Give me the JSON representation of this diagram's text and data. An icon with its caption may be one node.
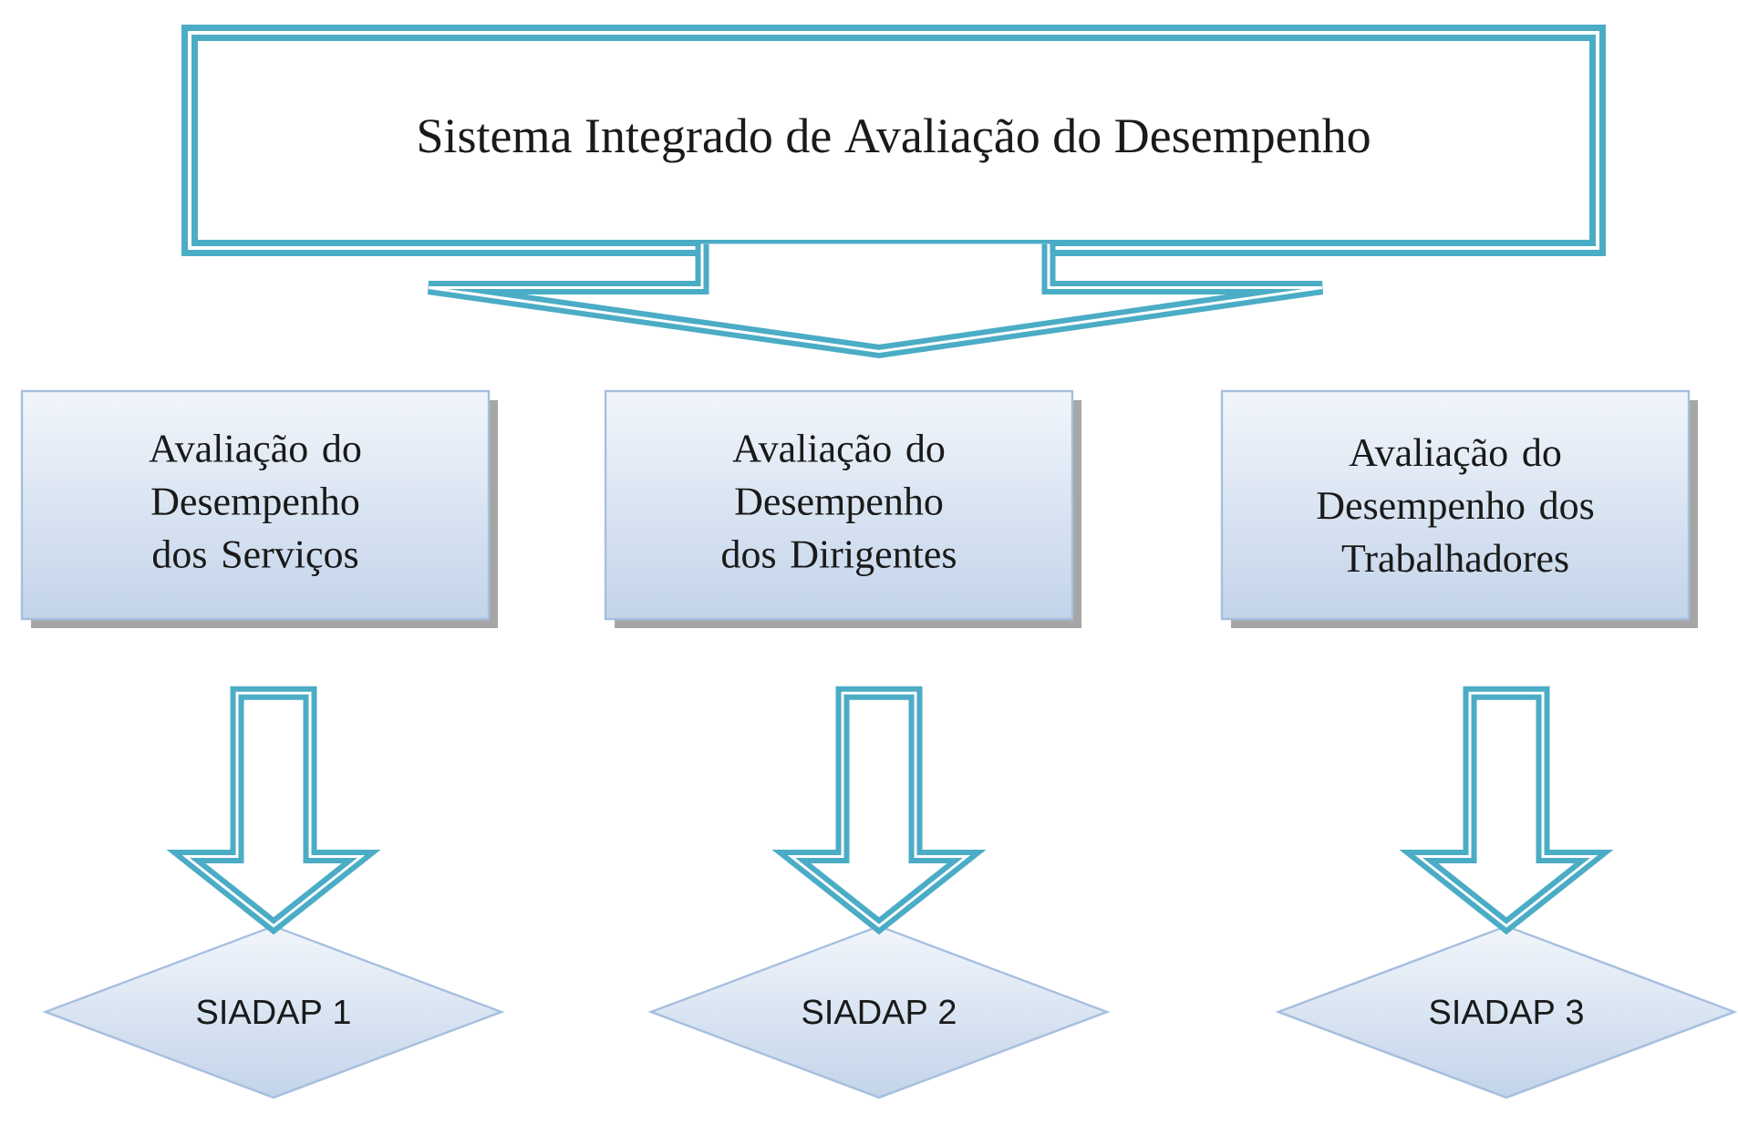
{
  "diagram": {
    "nodes": [
      {
        "text": [
          "Sistema Integrado de Avaliação do Desempenho"
        ]
      },
      {
        "text": [
          "Avaliação do Desempenho dos Serviços"
        ]
      },
      {
        "text": [
          "Avaliação do Desempenho dos Dirigentes"
        ]
      },
      {
        "text": [
          "Avaliação do Desempenho dos Trabalhadores"
        ]
      },
      {
        "text": [
          "SIADAP 1"
        ]
      },
      {
        "text": [
          "SIADAP 2"
        ]
      },
      {
        "text": [
          "SIADAP 3"
        ]
      }
    ],
    "edges": [
      {
        "from": 1,
        "to": 4,
        "arrow": "to"
      },
      {
        "from": 2,
        "to": 5,
        "arrow": "to"
      },
      {
        "from": 3,
        "to": 6,
        "arrow": "to"
      }
    ]
  }
}
